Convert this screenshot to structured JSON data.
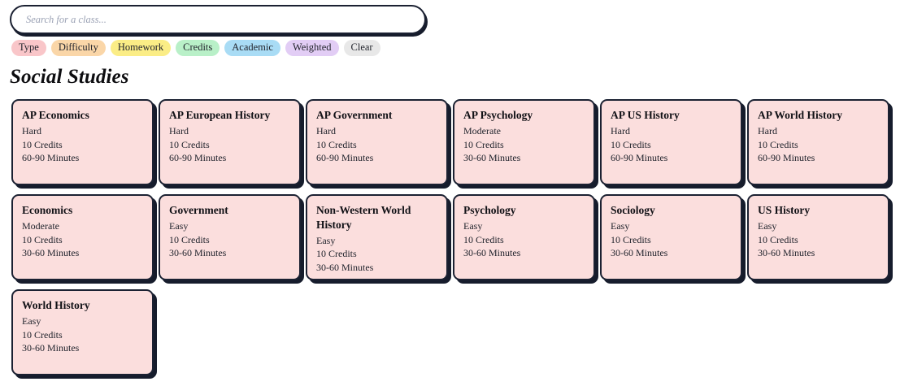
{
  "search": {
    "placeholder": "Search for a class...",
    "value": "",
    "name": "search-input"
  },
  "filters": [
    {
      "label": "Type",
      "color": "#f9c6c9"
    },
    {
      "label": "Difficulty",
      "color": "#fad6a8"
    },
    {
      "label": "Homework",
      "color": "#fbed86"
    },
    {
      "label": "Credits",
      "color": "#b9f0c8"
    },
    {
      "label": "Academic",
      "color": "#a9dcf5"
    },
    {
      "label": "Weighted",
      "color": "#e2cdf5"
    },
    {
      "label": "Clear",
      "color": "#e8e8e8"
    }
  ],
  "section": {
    "title": "Social Studies"
  },
  "card_style": {
    "background": "#fbdedd",
    "border": "#1b2132",
    "shadow": "#161c2c"
  },
  "cards": [
    {
      "title": "AP Economics",
      "difficulty": "Hard",
      "credits": "10 Credits",
      "duration": "60-90 Minutes"
    },
    {
      "title": "AP European History",
      "difficulty": "Hard",
      "credits": "10 Credits",
      "duration": "60-90 Minutes"
    },
    {
      "title": "AP Government",
      "difficulty": "Hard",
      "credits": "10 Credits",
      "duration": "60-90 Minutes"
    },
    {
      "title": "AP Psychology",
      "difficulty": "Moderate",
      "credits": "10 Credits",
      "duration": "30-60 Minutes"
    },
    {
      "title": "AP US History",
      "difficulty": "Hard",
      "credits": "10 Credits",
      "duration": "60-90 Minutes"
    },
    {
      "title": "AP World History",
      "difficulty": "Hard",
      "credits": "10 Credits",
      "duration": "60-90 Minutes"
    },
    {
      "title": "Economics",
      "difficulty": "Moderate",
      "credits": "10 Credits",
      "duration": "30-60 Minutes"
    },
    {
      "title": "Government",
      "difficulty": "Easy",
      "credits": "10 Credits",
      "duration": "30-60 Minutes"
    },
    {
      "title": "Non-Western World History",
      "difficulty": "Easy",
      "credits": "10 Credits",
      "duration": "30-60 Minutes"
    },
    {
      "title": "Psychology",
      "difficulty": "Easy",
      "credits": "10 Credits",
      "duration": "30-60 Minutes"
    },
    {
      "title": "Sociology",
      "difficulty": "Easy",
      "credits": "10 Credits",
      "duration": "30-60 Minutes"
    },
    {
      "title": "US History",
      "difficulty": "Easy",
      "credits": "10 Credits",
      "duration": "30-60 Minutes"
    },
    {
      "title": "World History",
      "difficulty": "Easy",
      "credits": "10 Credits",
      "duration": "30-60 Minutes"
    }
  ]
}
